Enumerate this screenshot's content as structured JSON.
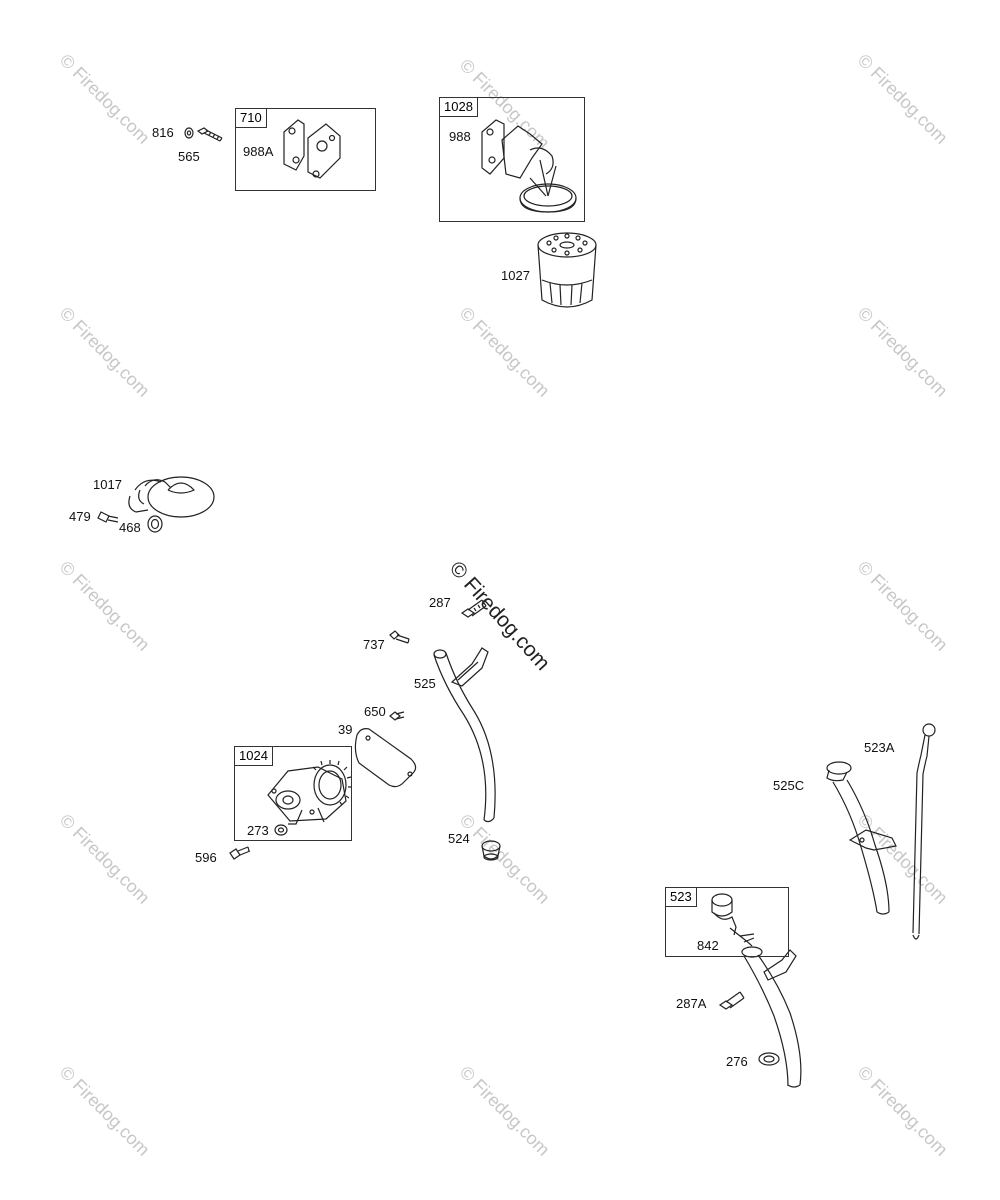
{
  "watermark": {
    "text": "© Firedog.com",
    "main_text": "© Firedog.com"
  },
  "groups": {
    "g710": "710",
    "g1028": "1028",
    "g1024": "1024",
    "g523": "523"
  },
  "parts": {
    "p816": "816",
    "p565": "565",
    "p988A": "988A",
    "p988": "988",
    "p1027": "1027",
    "p1017": "1017",
    "p479": "479",
    "p468": "468",
    "p287": "287",
    "p737": "737",
    "p525": "525",
    "p650": "650",
    "p39": "39",
    "p273": "273",
    "p596": "596",
    "p524": "524",
    "p523A": "523A",
    "p525C": "525C",
    "p842": "842",
    "p287A": "287A",
    "p276": "276"
  }
}
